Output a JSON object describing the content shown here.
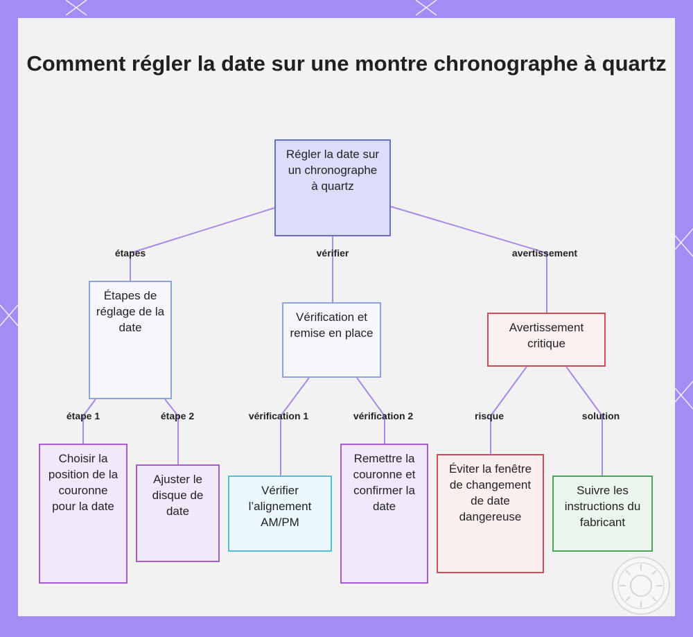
{
  "title": "Comment régler la date sur une montre chronographe à quartz",
  "nodes": {
    "root": "Régler la date sur un chronographe à quartz",
    "steps": "Étapes de réglage de la date",
    "verify": "Vérification et remise en place",
    "warning": "Avertissement critique",
    "crown_position": "Choisir la position de la couronne pour la date",
    "adjust_disk": "Ajuster le disque de date",
    "check_ampm": "Vérifier l’alignement AM/PM",
    "push_crown": "Remettre la couronne et confirmer la date",
    "avoid_window": "Éviter la fenêtre de changement de date dangereuse",
    "follow_instructions": "Suivre les instructions du fabricant"
  },
  "edge_labels": {
    "steps": "étapes",
    "verify": "vérifier",
    "warning": "avertissement",
    "step1": "étape 1",
    "step2": "étape 2",
    "check1": "vérification 1",
    "check2": "vérification 2",
    "risk": "risque",
    "solution": "solution"
  },
  "colors": {
    "edge": "#a988e6",
    "root_fill": "#dcdcfb",
    "warning_border": "#cc4b57",
    "step_border": "#a35cc9",
    "check_border": "#52c0d3",
    "solution_border": "#4aa55a"
  }
}
